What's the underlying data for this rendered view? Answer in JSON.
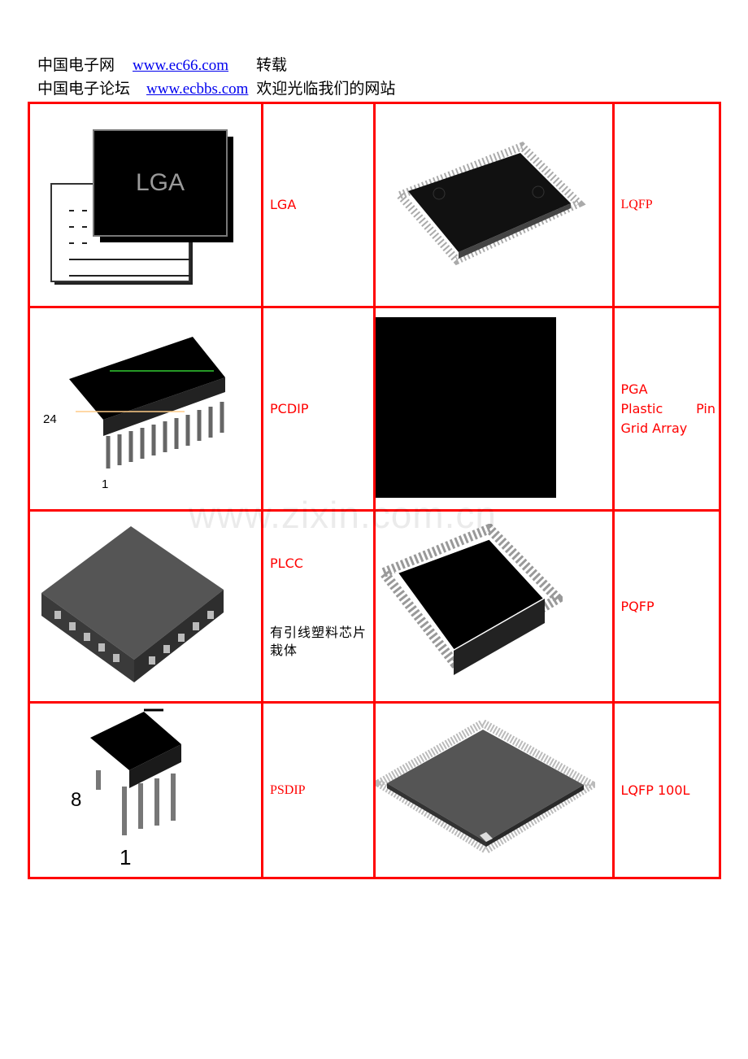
{
  "header": {
    "line1": {
      "site_name": "中国电子网",
      "url": "www.ec66.com",
      "suffix": "转载"
    },
    "line2": {
      "site_name": "中国电子论坛",
      "url": "www.ecbbs.com",
      "suffix": "欢迎光临我们的网站"
    }
  },
  "rows": [
    {
      "left_label": "LGA",
      "right_label": "LQFP"
    },
    {
      "left_label": "PCDIP",
      "right_label_lines": [
        "PGA",
        "Plastic",
        "Pin",
        "Grid Array"
      ]
    },
    {
      "left_label": "PLCC",
      "left_desc": "有引线塑料芯片栽体",
      "right_label": "PQFP"
    },
    {
      "left_label": "PSDIP",
      "right_label": "LQFP 100L"
    }
  ],
  "image_labels": {
    "lga_text": "LGA",
    "pcdip_pin24": "24",
    "pcdip_pin1": "1",
    "psdip_pin8": "8",
    "psdip_pin1": "1"
  },
  "watermark": "www.zixin.com.cn",
  "colors": {
    "border": "#ff0000",
    "label": "#ff0000",
    "link": "#0000ee"
  }
}
